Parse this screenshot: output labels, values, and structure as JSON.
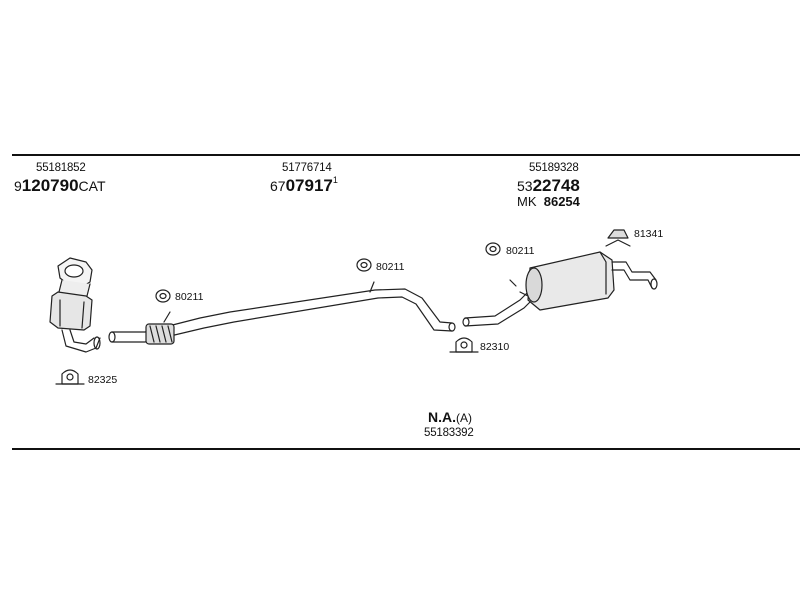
{
  "group_front": {
    "part_no": "55181852",
    "code_prefix": "9",
    "code_main": "120790",
    "code_suffix": "CAT"
  },
  "group_middle": {
    "part_no": "51776714",
    "code_prefix": "67",
    "code_main": "07917",
    "code_sup": "1"
  },
  "group_rear": {
    "part_no": "55189328",
    "code_prefix": "53",
    "code_main": "22748",
    "extra_prefix": "MK",
    "extra_code": "86254"
  },
  "clamps": {
    "front_bracket": "82325",
    "front_gasket": "80211",
    "mid_gasket": "80211",
    "rear_gasket": "80211",
    "rear_bracket": "82310",
    "hanger": "81341"
  },
  "note": {
    "main": "N.A.",
    "sub": "(A)",
    "part_no": "55183392"
  }
}
